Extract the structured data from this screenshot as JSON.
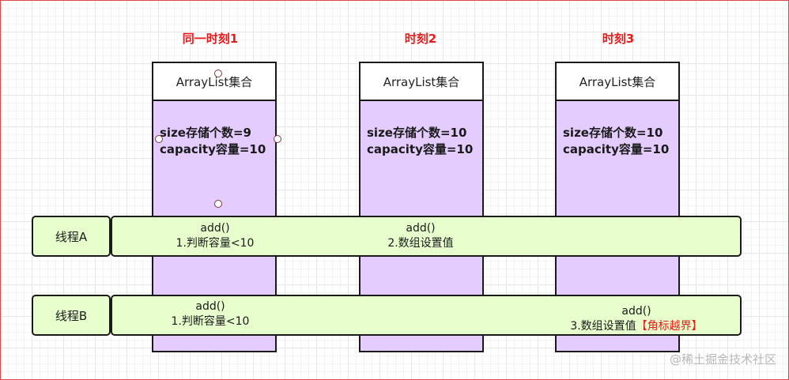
{
  "times": [
    "同一时刻1",
    "时刻2",
    "时刻3"
  ],
  "columns": [
    {
      "header": "ArrayList集合",
      "size": "size存储个数=9",
      "capacity": "capacity容量=10"
    },
    {
      "header": "ArrayList集合",
      "size": "size存储个数=10",
      "capacity": "capacity容量=10"
    },
    {
      "header": "ArrayList集合",
      "size": "size存储个数=10",
      "capacity": "capacity容量=10"
    }
  ],
  "threads": {
    "a": {
      "label": "线程A",
      "op1": {
        "method": "add()",
        "step": "1.判断容量<10"
      },
      "op2": {
        "method": "add()",
        "step": "2.数组设置值"
      }
    },
    "b": {
      "label": "线程B",
      "op1": {
        "method": "add()",
        "step": "1.判断容量<10"
      },
      "op2": {
        "method": "add()",
        "step": "3.数组设置值",
        "error": "【角标越界】"
      }
    }
  },
  "watermark": "@稀土掘金技术社区",
  "colors": {
    "time_label": "#e81a1a",
    "column_fill": "#e5ccff",
    "lane_fill": "#e6ffcc",
    "error": "#e81a1a"
  }
}
